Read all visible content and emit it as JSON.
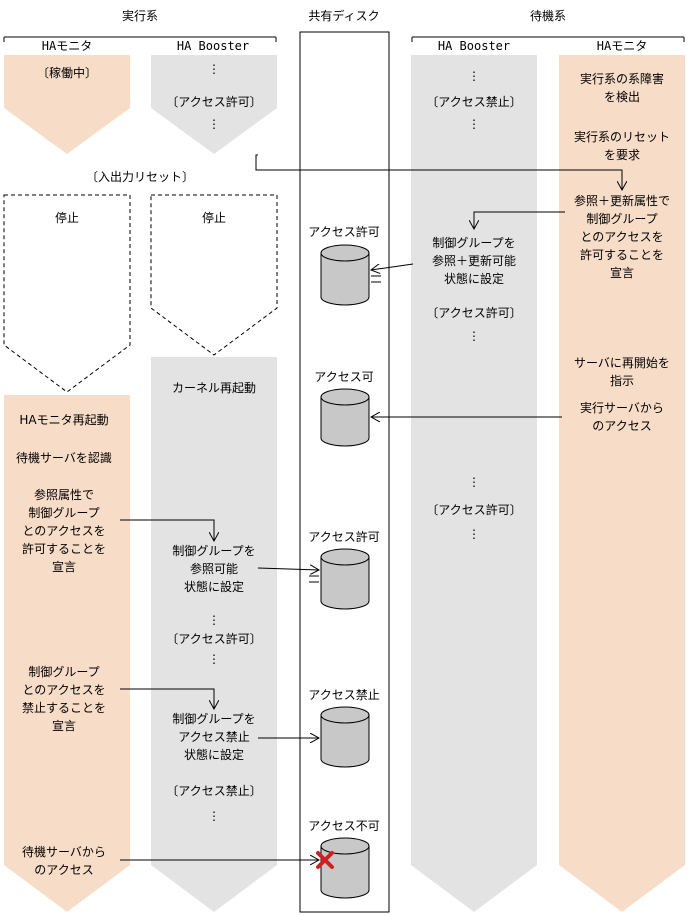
{
  "groups": {
    "active": "実行系",
    "shared": "共有ディスク",
    "standby": "待機系"
  },
  "columns": {
    "active_ha_monitor": "HAモニタ",
    "active_ha_booster": "HA Booster",
    "standby_ha_booster": "HA Booster",
    "standby_ha_monitor": "HAモニタ"
  },
  "active_monitor": {
    "running": "〔稼働中〕",
    "io_reset": "〔入出力リセット〕",
    "stop": "停止",
    "restart": "HAモニタ再起動",
    "recognize": "待機サーバを認識",
    "declare_ref": [
      "参照属性で",
      "制御グループ",
      "とのアクセスを",
      "許可することを",
      "宣言"
    ],
    "declare_deny": [
      "制御グループ",
      "とのアクセスを",
      "禁止することを",
      "宣言"
    ],
    "standby_access": [
      "待機サーバから",
      "のアクセス"
    ]
  },
  "active_booster": {
    "access_allowed": "〔アクセス許可〕",
    "stop": "停止",
    "kernel_restart": "カーネル再起動",
    "set_ref": [
      "制御グループを",
      "参照可能",
      "状態に設定"
    ],
    "access_allowed2": "〔アクセス許可〕",
    "set_deny": [
      "制御グループを",
      "アクセス禁止",
      "状態に設定"
    ],
    "access_denied": "〔アクセス禁止〕"
  },
  "disk": {
    "allowed1": "アクセス許可",
    "possible": "アクセス可",
    "allowed2": "アクセス許可",
    "denied": "アクセス禁止",
    "impossible": "アクセス不可"
  },
  "standby_booster": {
    "access_denied": "〔アクセス禁止〕",
    "set_ref_update": [
      "制御グループを",
      "参照＋更新可能",
      "状態に設定"
    ],
    "access_allowed": "〔アクセス許可〕",
    "access_allowed2": "〔アクセス許可〕"
  },
  "standby_monitor": {
    "detect": [
      "実行系の系障害",
      "を検出"
    ],
    "request_reset": [
      "実行系のリセット",
      "を要求"
    ],
    "declare": [
      "参照＋更新属性で",
      "制御グループ",
      "とのアクセスを",
      "許可することを",
      "宣言"
    ],
    "restart_server": [
      "サーバに再開始を",
      "指示"
    ],
    "access_from_active": [
      "実行サーバから",
      "のアクセス"
    ]
  },
  "colors": {
    "monitor_fill": "#f7dcc7",
    "booster_fill": "#e3e3e3",
    "disk_fill": "#c8c8c8",
    "cross": "#cc2222"
  }
}
